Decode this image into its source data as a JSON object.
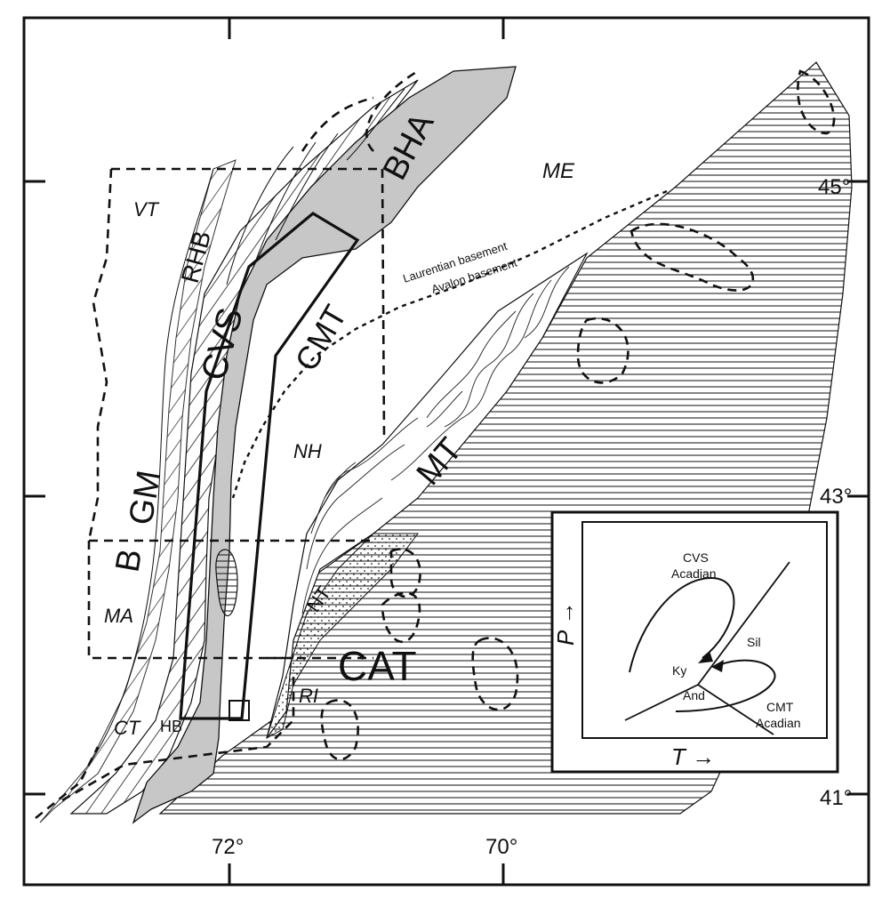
{
  "map": {
    "longitude_ticks": [
      "72°",
      "70°"
    ],
    "latitude_ticks": [
      "45°",
      "43°",
      "41°"
    ],
    "terrane_labels": {
      "bha": "BHA",
      "me": "ME",
      "vt": "VT",
      "rhb": "RHB",
      "cvs": "CVS",
      "cmt": "CMT",
      "nh": "NH",
      "gm": "GM",
      "b": "B",
      "ma": "MA",
      "mt": "MT",
      "nt": "NT",
      "cat": "CAT",
      "ri": "RI",
      "ct": "CT",
      "hb": "HB"
    },
    "basement_labels": {
      "laurentian": "Laurentian basement",
      "avalon": "Avalon basement"
    }
  },
  "inset": {
    "y_axis_label": "P →",
    "x_axis_label": "T →",
    "cvs_label_1": "CVS",
    "cvs_label_2": "Acadian",
    "cmt_label_1": "CMT",
    "cmt_label_2": "Acadian",
    "ky": "Ky",
    "and": "And",
    "sil": "Sil"
  }
}
